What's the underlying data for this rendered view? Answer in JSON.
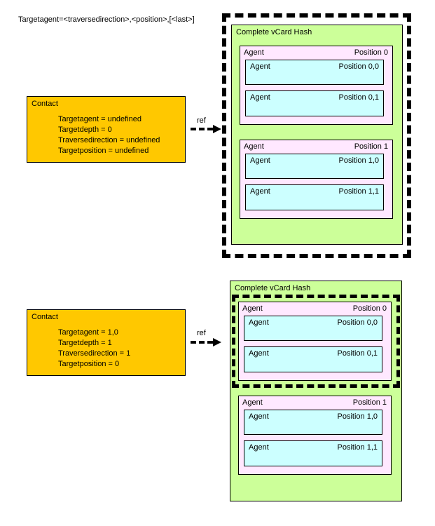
{
  "caption": "Targetagent=<traversedirection>,<position>,[<last>]",
  "ref_label": "ref",
  "panels": [
    {
      "contact": {
        "title": "Contact",
        "lines": [
          "Targetagent = undefined",
          "Targetdepth = 0",
          "Traversedirection = undefined",
          "Targetposition = undefined"
        ]
      },
      "hash": {
        "title": "Complete vCard Hash",
        "agents": [
          {
            "label": "Agent",
            "position": "Position 0",
            "subs": [
              {
                "label": "Agent",
                "position": "Position 0,0"
              },
              {
                "label": "Agent",
                "position": "Position 0,1"
              }
            ]
          },
          {
            "label": "Agent",
            "position": "Position 1",
            "subs": [
              {
                "label": "Agent",
                "position": "Position 1,0"
              },
              {
                "label": "Agent",
                "position": "Position 1,1"
              }
            ]
          }
        ]
      }
    },
    {
      "contact": {
        "title": "Contact",
        "lines": [
          "Targetagent = 1,0",
          "Targetdepth = 1",
          "Traversedirection = 1",
          "Targetposition = 0"
        ]
      },
      "hash": {
        "title": "Complete vCard Hash",
        "agents": [
          {
            "label": "Agent",
            "position": "Position 0",
            "subs": [
              {
                "label": "Agent",
                "position": "Position 0,0"
              },
              {
                "label": "Agent",
                "position": "Position 0,1"
              }
            ]
          },
          {
            "label": "Agent",
            "position": "Position 1",
            "subs": [
              {
                "label": "Agent",
                "position": "Position 1,0"
              },
              {
                "label": "Agent",
                "position": "Position 1,1"
              }
            ]
          }
        ]
      }
    }
  ]
}
